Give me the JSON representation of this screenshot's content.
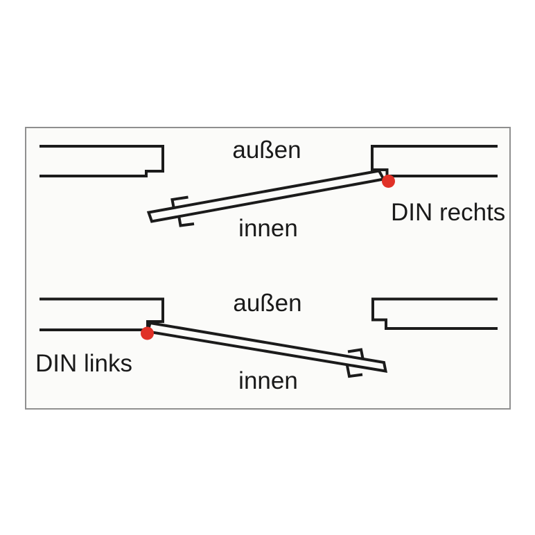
{
  "panels": {
    "din_rechts": {
      "outside_label": "außen",
      "inside_label": "innen",
      "handing_label": "DIN rechts"
    },
    "din_links": {
      "outside_label": "außen",
      "inside_label": "innen",
      "handing_label": "DIN links"
    }
  },
  "colors": {
    "line": "#1b1b1b",
    "hinge_dot": "#e03127",
    "panel_border": "#8f8f8f",
    "panel_bg": "#fbfbf9",
    "text": "#1a1a1a"
  }
}
